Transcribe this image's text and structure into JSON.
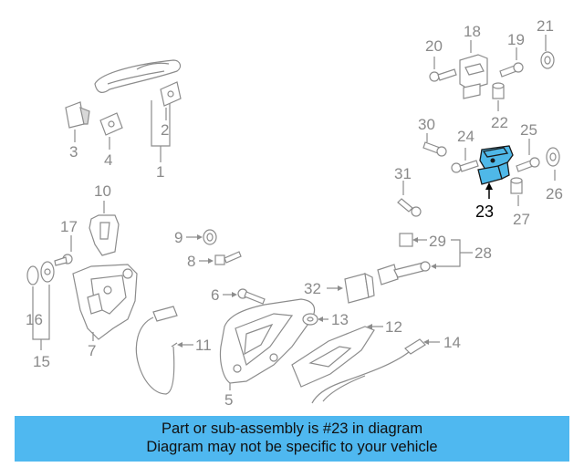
{
  "diagram": {
    "callouts": {
      "c1": "1",
      "c2": "2",
      "c3": "3",
      "c4": "4",
      "c5": "5",
      "c6": "6",
      "c7": "7",
      "c8": "8",
      "c9": "9",
      "c10": "10",
      "c11": "11",
      "c12": "12",
      "c13": "13",
      "c14": "14",
      "c15": "15",
      "c16": "16",
      "c17": "17",
      "c18": "18",
      "c19": "19",
      "c20": "20",
      "c21": "21",
      "c22": "22",
      "c23": "23",
      "c24": "24",
      "c25": "25",
      "c26": "26",
      "c27": "27",
      "c28": "28",
      "c29": "29",
      "c30": "30",
      "c31": "31",
      "c32": "32"
    },
    "highlighted_part": "23",
    "highlight_color": "#4fb8e8"
  },
  "banner": {
    "line1": "Part or sub-assembly is #23 in diagram",
    "line2": "Diagram may not be specific to your vehicle",
    "background": "#4fb8f0"
  }
}
